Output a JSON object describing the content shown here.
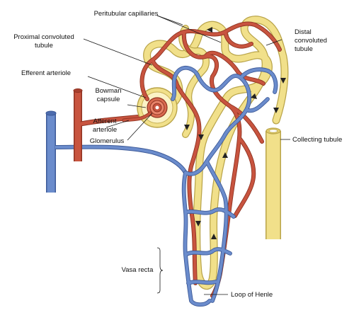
{
  "labels": {
    "peritubular": "Peritubular capillaries",
    "proximal_1": "Proximal convoluted",
    "proximal_2": "tubule",
    "distal_1": "Distal",
    "distal_2": "convoluted",
    "distal_3": "tubule",
    "efferent": "Efferent arteriole",
    "bowman_1": "Bowman",
    "bowman_2": "capsule",
    "afferent_1": "Afferent",
    "afferent_2": "arteriole",
    "glomerulus": "Glomerulus",
    "collecting": "Collecting tubule",
    "vasa_recta": "Vasa recta",
    "loop": "Loop of Henle"
  },
  "colors": {
    "artery": "#c8543f",
    "artery_edge": "#8f3322",
    "vein": "#6b8ccc",
    "vein_edge": "#3d5a98",
    "tubule": "#f1e08a",
    "tubule_edge": "#b9a449",
    "arrow": "#222222"
  }
}
